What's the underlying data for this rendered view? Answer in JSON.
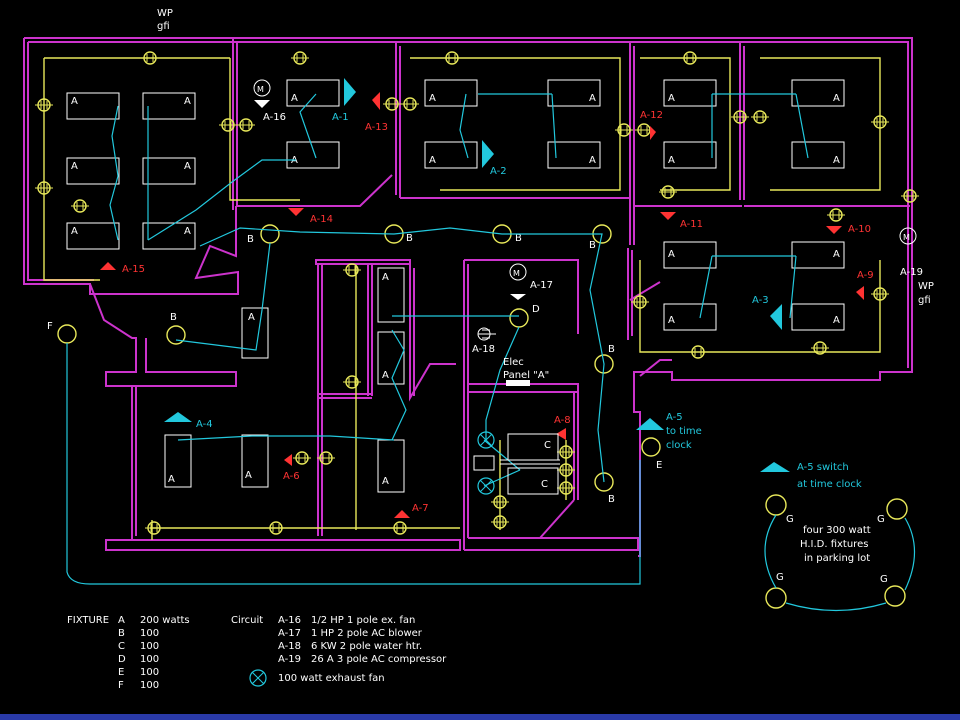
{
  "fixture_letters": {
    "A": "A",
    "B": "B",
    "C": "C",
    "D": "D",
    "E": "E",
    "F": "F",
    "G": "G"
  },
  "top_labels": {
    "wp": "WP",
    "gfi": "gfi"
  },
  "right_labels": {
    "a19": "A-19",
    "wp": "WP",
    "gfi": "gfi"
  },
  "circuit_labels": {
    "a1": "A-1",
    "a2": "A-2",
    "a3": "A-3",
    "a4": "A-4",
    "a5": "A-5",
    "a6": "A-6",
    "a7": "A-7",
    "a8": "A-8",
    "a9": "A-9",
    "a10": "A-10",
    "a11": "A-11",
    "a12": "A-12",
    "a13": "A-13",
    "a14": "A-14",
    "a15": "A-15",
    "a16": "A-16",
    "a17": "A-17",
    "a18": "A-18"
  },
  "panel": {
    "line1": "Elec",
    "line2": "Panel \"A\""
  },
  "time_clock": {
    "line1": "to time",
    "line2": "clock"
  },
  "parking": {
    "switch_line1": "A-5 switch",
    "switch_line2": "at time clock",
    "note_line1": "four 300 watt",
    "note_line2": "H.I.D. fixtures",
    "note_line3": "in parking lot"
  },
  "legend": {
    "fixture_title": "FIXTURE",
    "fixtures": [
      {
        "letter": "A",
        "value": "200 watts"
      },
      {
        "letter": "B",
        "value": "100"
      },
      {
        "letter": "C",
        "value": "100"
      },
      {
        "letter": "D",
        "value": "100"
      },
      {
        "letter": "E",
        "value": "100"
      },
      {
        "letter": "F",
        "value": "100"
      }
    ],
    "circuit_title": "Circuit",
    "circuits": [
      {
        "id": "A-16",
        "desc": "1/2 HP 1 pole ex. fan"
      },
      {
        "id": "A-17",
        "desc": "1 HP 2 pole  AC blower"
      },
      {
        "id": "A-18",
        "desc": "6 KW 2 pole water htr."
      },
      {
        "id": "A-19",
        "desc": "26 A 3 pole AC compressor"
      }
    ],
    "fan_note": "100 watt exhaust fan"
  },
  "colors": {
    "walls": "#cc33cc",
    "receptacle_wiring": "#e8e85a",
    "lighting_wiring": "#22c8dd",
    "labels": "#ff3333",
    "background": "#000000"
  }
}
